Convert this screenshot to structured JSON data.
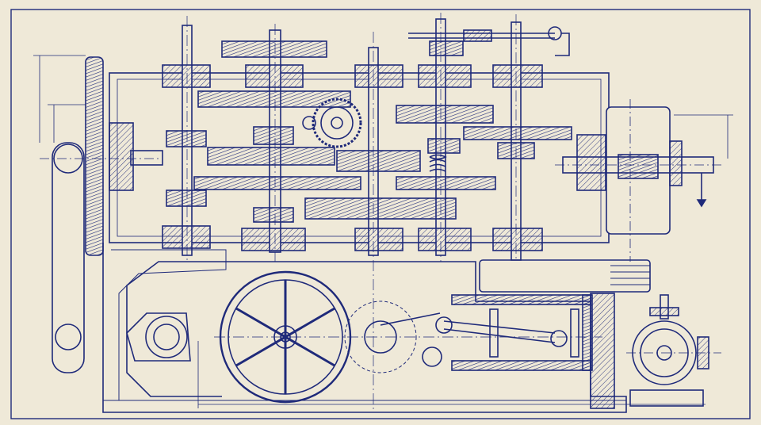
{
  "colors": {
    "paper": "#efe9d8",
    "ink": "#1f2a7a",
    "faint_ink": "#6f78b0"
  },
  "drawing": {
    "type": "mechanical-blueprint",
    "gear_shafts": 6,
    "flywheel_spokes": 6
  }
}
